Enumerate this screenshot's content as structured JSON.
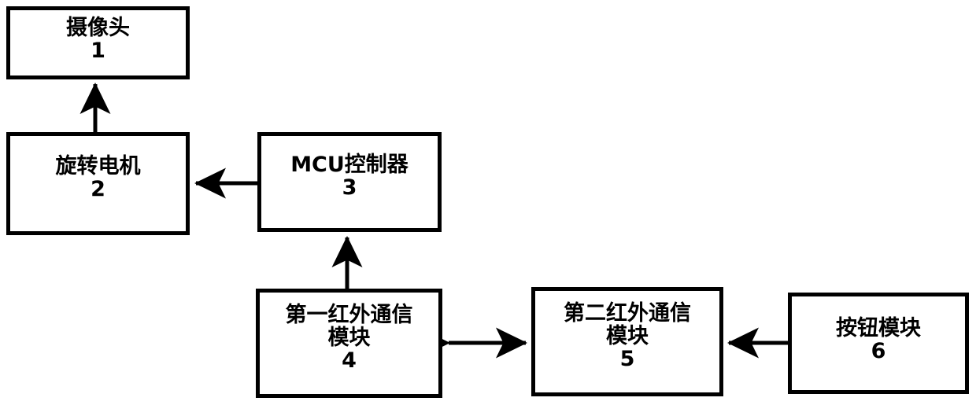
{
  "diagram": {
    "type": "block-diagram",
    "background_color": "#ffffff",
    "line_color": "#000000",
    "nodes": [
      {
        "id": "camera",
        "label": "摄像头",
        "number": "1"
      },
      {
        "id": "motor",
        "label": "旋转电机",
        "number": "2"
      },
      {
        "id": "mcu",
        "label": "MCU控制器",
        "number": "3"
      },
      {
        "id": "ir1",
        "label": "第一红外通信\n模块",
        "number": "4"
      },
      {
        "id": "ir2",
        "label": "第二红外通信\n模块",
        "number": "5"
      },
      {
        "id": "button",
        "label": "按钮模块",
        "number": "6"
      }
    ],
    "connections": [
      {
        "id": "motor-to-camera",
        "from": "motor",
        "to": "camera",
        "direction": "up",
        "arrows": "single"
      },
      {
        "id": "mcu-to-motor",
        "from": "mcu",
        "to": "motor",
        "direction": "left",
        "arrows": "single"
      },
      {
        "id": "ir1-to-mcu",
        "from": "ir1",
        "to": "mcu",
        "direction": "up",
        "arrows": "single"
      },
      {
        "id": "ir1-ir2",
        "from": "ir1",
        "to": "ir2",
        "direction": "both",
        "arrows": "double"
      },
      {
        "id": "button-to-ir2",
        "from": "button",
        "to": "ir2",
        "direction": "left",
        "arrows": "single"
      }
    ]
  }
}
